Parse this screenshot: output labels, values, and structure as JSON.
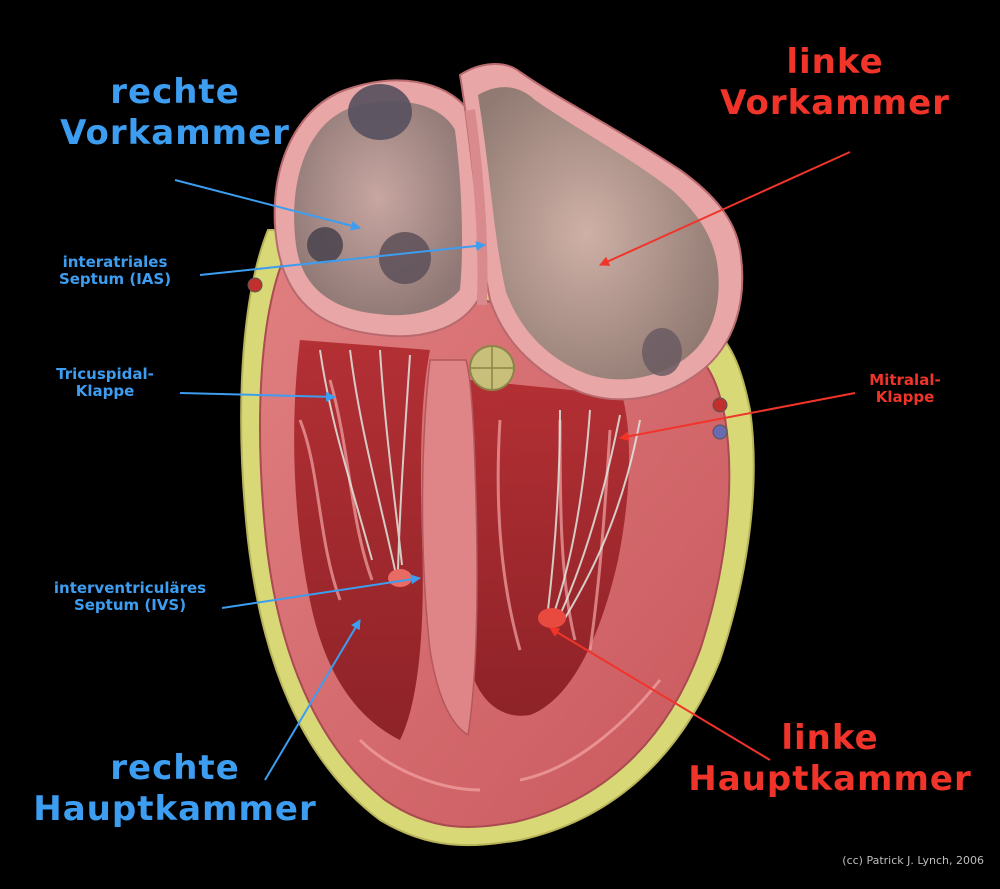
{
  "labels": {
    "right_atrium": {
      "line1": "rechte",
      "line2": "Vorkammer"
    },
    "left_atrium": {
      "line1": "linke",
      "line2": "Vorkammer"
    },
    "ias": {
      "line1": "interatriales",
      "line2": "Septum (IAS)"
    },
    "tricuspid": {
      "line1": "Tricuspidal-",
      "line2": "Klappe"
    },
    "mitral": {
      "line1": "Mitralal-",
      "line2": "Klappe"
    },
    "ivs": {
      "line1": "interventriculäres",
      "line2": "Septum (IVS)"
    },
    "right_ventricle": {
      "line1": "rechte",
      "line2": "Hauptkammer"
    },
    "left_ventricle": {
      "line1": "linke",
      "line2": "Hauptkammer"
    }
  },
  "credit": "(cc) Patrick J. Lynch, 2006",
  "colors": {
    "background": "#000000",
    "label_blue": "#3d9df0",
    "label_red": "#f0342a",
    "myocardium": "#d9666b",
    "atrium_wall": "#e8a6a6",
    "fat": "#d8d877"
  }
}
